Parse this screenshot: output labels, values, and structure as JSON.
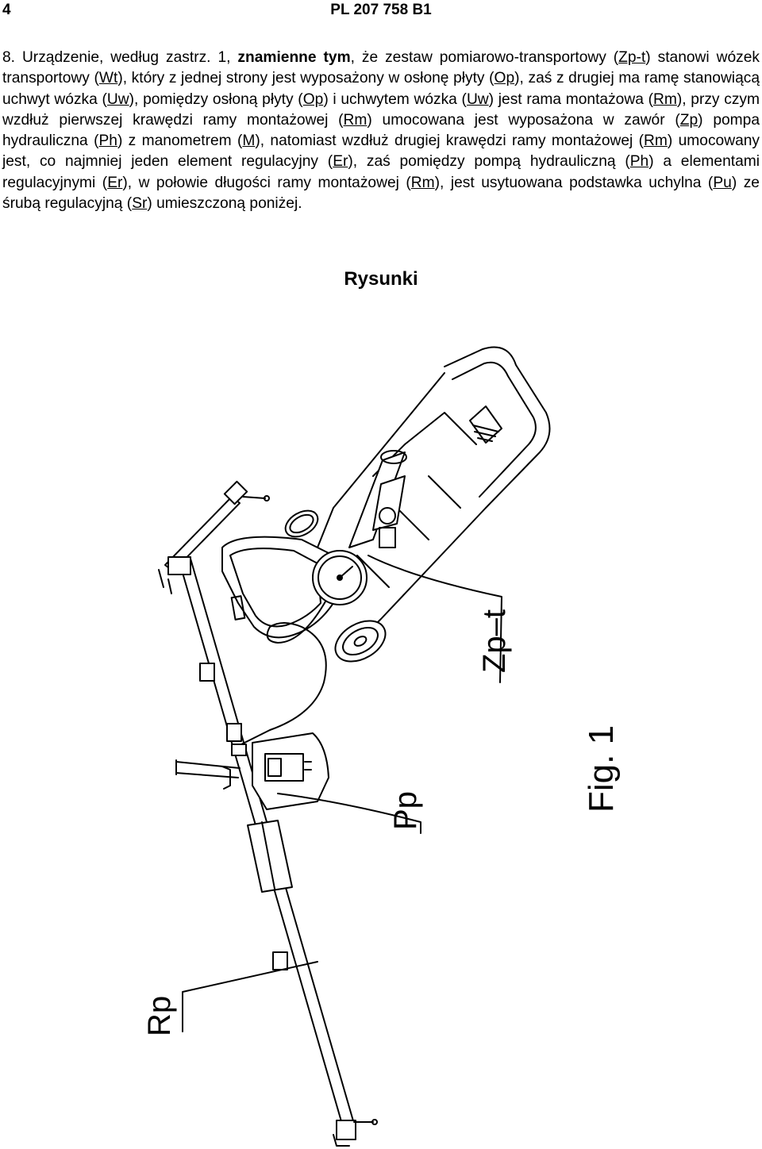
{
  "header": {
    "page_number": "4",
    "patent_number": "PL 207 758 B1"
  },
  "claim": {
    "number": "8.",
    "s1": " Urządzenie, według zastrz. 1, ",
    "kw": "znamienne tym",
    "s2": ", że zestaw pomiarowo-transportowy (",
    "r_zpt": "Zp-t",
    "s3": ") stanowi wózek transportowy (",
    "r_wt": "Wt",
    "s4": "), który z jednej strony jest wyposażony w osłonę płyty (",
    "r_op1": "Op",
    "s5": "), zaś z drugiej ma ramę stanowiącą uchwyt wózka (",
    "r_uw1": "Uw",
    "s6": "), pomiędzy osłoną płyty (",
    "r_op2": "Op",
    "s7": ") i uchwytem wózka (",
    "r_uw2": "Uw",
    "s8": ") jest rama montażowa (",
    "r_rm1": "Rm",
    "s9": "), przy czym wzdłuż pierwszej krawędzi ramy montażowej (",
    "r_rm2": "Rm",
    "s10": ") umocowana jest wyposażona w zawór (",
    "r_zp": "Zp",
    "s11": ") pompa hydrauliczna (",
    "r_ph1": "Ph",
    "s12": ") z manometrem (",
    "r_m": "M",
    "s13": "), natomiast wzdłuż drugiej krawędzi ramy montażowej (",
    "r_rm3": "Rm",
    "s14": ") umocowany jest, co najmniej jeden element regulacyjny (",
    "r_er1": "Er",
    "s15": "), zaś pomiędzy pompą hydrauliczną (",
    "r_ph2": "Ph",
    "s16": ") a elementami regulacyjnymi (",
    "r_er2": "Er",
    "s17": "), w połowie długości ramy montażowej (",
    "r_rm4": "Rm",
    "s18": "), jest usytuowana podstawka uchylna (",
    "r_pu": "Pu",
    "s19": ") ze śrubą regulacyjną (",
    "r_sr": "Sr",
    "s20": ") umieszczoną poniżej."
  },
  "drawings_title": "Rysunki",
  "figure": {
    "label_zpt": "Zp–t",
    "label_fig": "Fig. 1",
    "label_pp": "Pp",
    "label_rp": "Rp"
  }
}
